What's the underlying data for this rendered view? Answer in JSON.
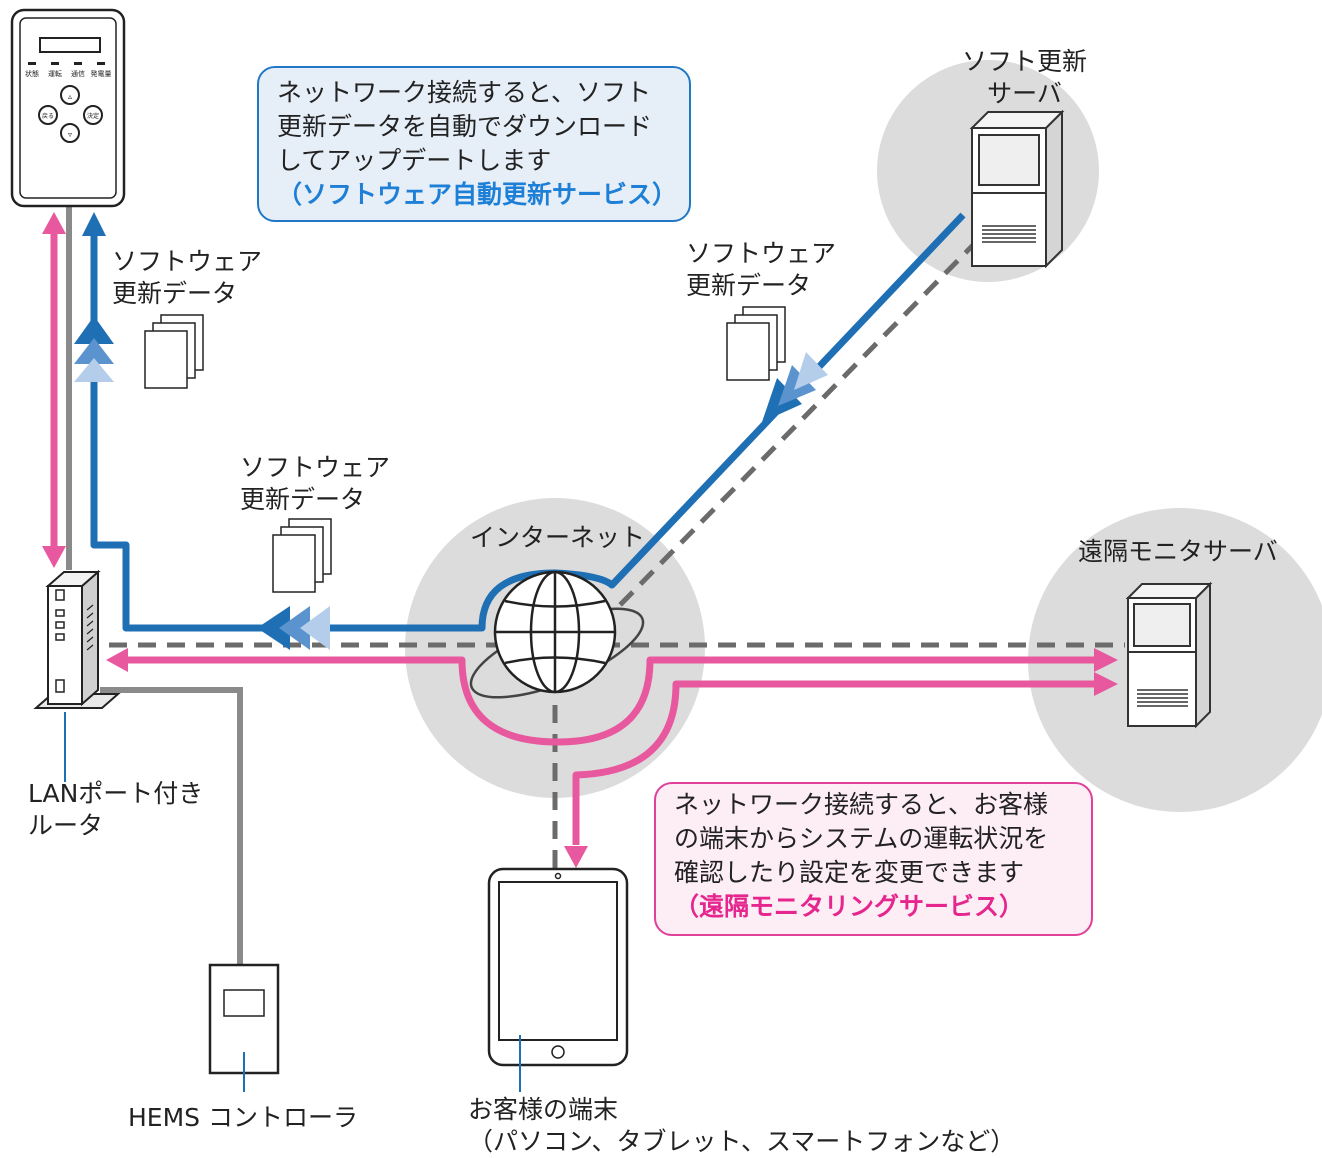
{
  "callouts": {
    "software_update": {
      "lines": [
        "ネットワーク接続すると、ソフト",
        "更新データを自動でダウンロード",
        "してアップデートします"
      ],
      "highlight": "（ソフトウェア自動更新サービス）",
      "border_color": "#2178c6",
      "highlight_color": "#1d7fd6"
    },
    "remote_monitoring": {
      "lines": [
        "ネットワーク接続すると、お客様",
        "の端末からシステムの運転状況を",
        "確認したり設定を変更できます"
      ],
      "highlight": "（遠隔モニタリングサービス）",
      "border_color": "#e0409a",
      "highlight_color": "#e6268f"
    }
  },
  "nodes": {
    "update_server": {
      "lines": [
        "ソフト更新",
        "サーバ"
      ]
    },
    "internet": {
      "label": "インターネット"
    },
    "monitor_server": {
      "label": "遠隔モニタサーバ"
    },
    "router": {
      "lines": [
        "LANポート付き",
        "ルータ"
      ]
    },
    "hems": {
      "label": "HEMS コントローラ"
    },
    "customer_terminal": {
      "lines": [
        "お客様の端末",
        "（パソコン、タブレット、スマートフォンなど）"
      ]
    }
  },
  "data_labels": {
    "near_controller": [
      "ソフトウェア",
      "更新データ"
    ],
    "near_router_path": [
      "ソフトウェア",
      "更新データ"
    ],
    "near_server_path": [
      "ソフトウェア",
      "更新データ"
    ]
  },
  "controller_panel": {
    "indicators": [
      "状態",
      "運転",
      "通信",
      "発電量"
    ],
    "buttons": {
      "left": "戻る",
      "right": "決定",
      "up": "▵",
      "down": "▿"
    }
  },
  "colors": {
    "blue_path": "#1f6fb5",
    "pink_path": "#e8589e",
    "gray_line": "#8a8a8a",
    "dashed_line": "#6b6b6b",
    "zone_fill": "#dcdcdc"
  }
}
